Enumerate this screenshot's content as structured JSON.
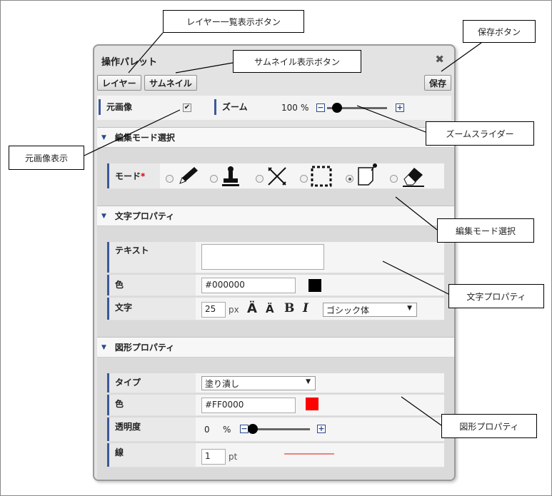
{
  "palette": {
    "title": "操作パレット",
    "close_glyph": "✖",
    "buttons": {
      "layer": "レイヤー",
      "thumbnail": "サムネイル",
      "save": "保存"
    },
    "original_image": {
      "label": "元画像",
      "checked": true
    },
    "zoom": {
      "label": "ズーム",
      "value": "100",
      "unit": "%",
      "level": 0.17
    },
    "edit_mode": {
      "header": "編集モード選択",
      "label": "モード",
      "required_mark": "*",
      "modes": [
        "pencil-icon",
        "stamp-icon",
        "ruler-pencil-icon",
        "rectangle-select-icon",
        "note-pin-icon",
        "eraser-icon"
      ],
      "selected_index": 4
    },
    "text_props": {
      "header": "文字プロパティ",
      "text_label": "テキスト",
      "text_value": "",
      "color_label": "色",
      "color_value": "#000000",
      "color_swatch": "#000000",
      "font_label": "文字",
      "font_size": "25",
      "font_unit": "px",
      "font_family": "ゴシック体"
    },
    "shape_props": {
      "header": "図形プロパティ",
      "type_label": "タイプ",
      "type_value": "塗り潰し",
      "color_label": "色",
      "color_value": "#FF0000",
      "color_swatch": "#FF0000",
      "opacity_label": "透明度",
      "opacity_value": "0",
      "opacity_unit": "%",
      "line_label": "線",
      "line_value": "1",
      "line_unit": "pt",
      "line_preview_color": "#f08080"
    }
  },
  "callouts": {
    "layer_list": "レイヤー一覧表示ボタン",
    "save": "保存ボタン",
    "thumbnail": "サムネイル表示ボタン",
    "zoom_slider": "ズームスライダー",
    "original_display": "元画像表示",
    "edit_mode": "編集モード選択",
    "text_props": "文字プロパティ",
    "shape_props": "図形プロパティ"
  }
}
